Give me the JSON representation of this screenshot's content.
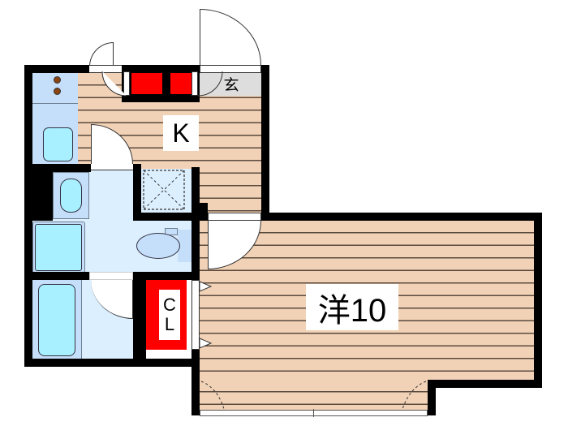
{
  "floorplan": {
    "rooms": {
      "kitchen": {
        "label": "K"
      },
      "entrance": {
        "label": "玄"
      },
      "closet": {
        "label_line1": "C",
        "label_line2": "L"
      },
      "western_room": {
        "label": "洋10"
      }
    },
    "colors": {
      "wall": "#000000",
      "wood_floor": "#f2d2b6",
      "wet_area": "#dcefff",
      "fixture_blue": "#c5defa",
      "fixture_cyan": "#a8f0ff",
      "shoe_box_red": "#ff0000",
      "entrance_gray": "#dddddd",
      "stove_burner": "#8b4513"
    }
  }
}
